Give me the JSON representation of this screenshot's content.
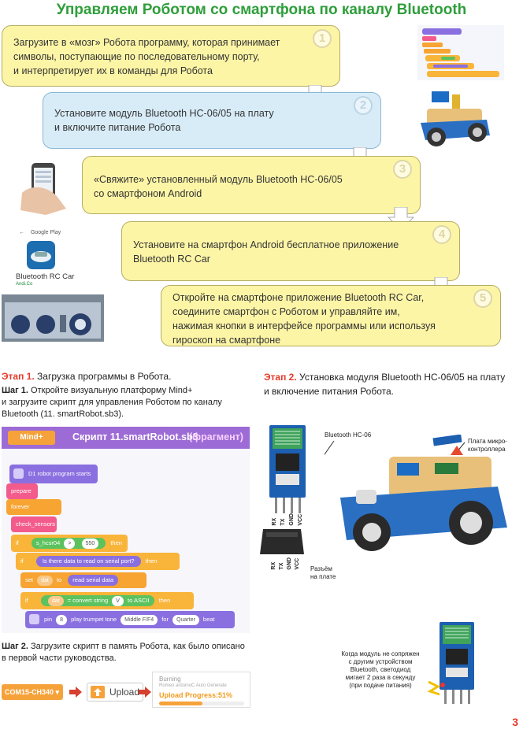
{
  "title": "Управляем Роботом со смартфона по каналу Bluetooth",
  "steps": [
    {
      "num": "1",
      "lines": [
        "Загрузите в «мозг» Робота программу, которая принимает",
        "символы, поступающие по последовательному порту,",
        "и интерпретирует их в команды для Робота"
      ]
    },
    {
      "num": "2",
      "lines": [
        "Установите модуль Bluetooth HC-06/05 на плату",
        "и включите питание Робота"
      ]
    },
    {
      "num": "3",
      "lines": [
        "«Свяжите» установленный модуль Bluetooth HC-06/05",
        "со смартфоном Android"
      ]
    },
    {
      "num": "4",
      "lines": [
        "Установите на смартфон Android бесплатное приложение",
        "Bluetooth RC Car"
      ]
    },
    {
      "num": "5",
      "lines": [
        "Откройте на смартфоне приложение Bluetooth RC Car,",
        "соедините смартфон с Роботом и управляйте им,",
        "нажимая кнопки в интерфейсе программы или используя",
        "гироскоп на смартфоне"
      ]
    }
  ],
  "playstore": {
    "store": "Google Play",
    "app": "Bluetooth RC Car",
    "dev": "Andi.Co"
  },
  "stage1": {
    "label": "Этап 1.",
    "text": " Загрузка программы в Робота.",
    "step1_label": "Шаг 1.",
    "step1_text": " Откройте визуальную платформу Mind+",
    "step1_line2": "и загрузите скрипт для управления Роботом по каналу",
    "step1_line3": "Bluetooth (11. smartRobot.sb3).",
    "step2_label": "Шаг 2.",
    "step2_text": " Загрузите скрипт в память Робота, как было описано",
    "step2_line2": "в первой части руководства."
  },
  "stage2": {
    "label": "Этап 2.",
    "text": " Установка модуля Bluetooth HC-06/05 на плату",
    "line2": "и включение питания Робота."
  },
  "script": {
    "app_logo": "Mind+",
    "title": "Скрипт 11.smartRobot.sb3",
    "subtitle": "(фрагмент)",
    "blocks": {
      "start": "D1 robot program starts",
      "prepare": "prepare",
      "forever": "forever",
      "check": "check_sensors",
      "if1": "if",
      "var1": "s_hcsr04",
      "op1": ">",
      "val1": "550",
      "then1": "then",
      "if2": "if",
      "serial_q": "Is there data to read on serial port?",
      "then2": "then",
      "set": "set",
      "dat": "dat",
      "to": "to",
      "read": "read serial data",
      "if3": "if",
      "dat2": "dat",
      "eq": "=",
      "convert": "convert string",
      "v": "V",
      "ascii": "to ASCII",
      "then3": "then",
      "pin": "pin",
      "pin_val": "8",
      "play": "play trumpet tone",
      "tone": "Middle F/F4",
      "for": "for",
      "beat": "Quarter",
      "beat_label": "beat"
    }
  },
  "upload": {
    "port": "COM15-CH340",
    "button": "Upload",
    "burning": "Burning",
    "small": "Romeo arduinoC Auto Generate",
    "progress_label": "Upload Progress:51%",
    "progress": 51
  },
  "module_labels": {
    "hc06": "Bluetooth HC-06",
    "board": "Плата микро-контроллера",
    "board_line1": "Плата микро-",
    "board_line2": "контроллера",
    "pins": [
      "RX",
      "TX",
      "GND",
      "VCC"
    ],
    "connector_line1": "Разъём",
    "connector_line2": "на плате",
    "note": [
      "Когда модуль не сопряжен",
      "с другим устройством",
      "Bluetooth, светодиод",
      "мигает 2 раза в секунду",
      "(при подаче питания)"
    ]
  },
  "page_number": "3"
}
